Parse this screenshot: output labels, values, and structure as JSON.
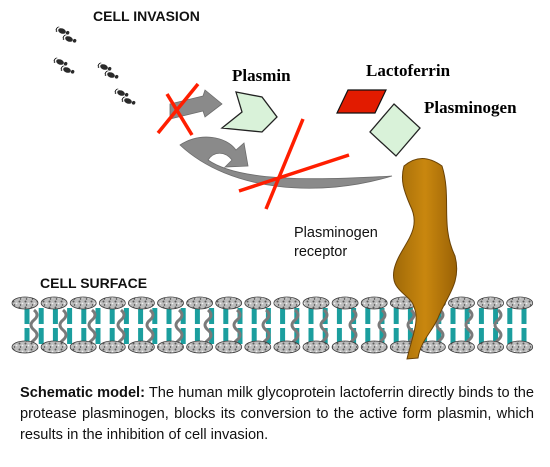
{
  "labels": {
    "cell_invasion": "CELL INVASION",
    "plasmin": "Plasmin",
    "lactoferrin": "Lactoferrin",
    "plasminogen": "Plasminogen",
    "receptor_line1": "Plasminogen",
    "receptor_line2": "receptor",
    "cell_surface": "CELL SURFACE"
  },
  "caption": {
    "heading": "Schematic model:",
    "body": " The human milk glycoprotein lactoferrin directly binds to the protease plasminogen, blocks its conversion to the active form plasmin, which results in the inhibition of cell invasion."
  },
  "colors": {
    "plasmin": "#d9f2d9",
    "lactoferrin": "#e21b00",
    "plasminogen": "#d9f2d9",
    "receptor": "#c08012",
    "cross": "#ff1e00",
    "arrow": "#8a8a8a",
    "membrane_teal": "#1b9e9e",
    "lipid_head": "#9a9a9a"
  }
}
